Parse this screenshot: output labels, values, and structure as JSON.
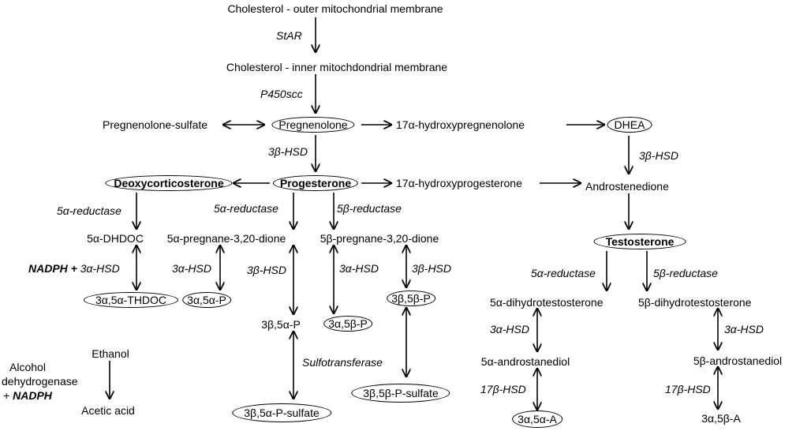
{
  "nodes": {
    "chol_outer": "Cholesterol - outer mitochondrial membrane",
    "chol_inner": "Cholesterol - inner mitochdondrial membrane",
    "preg_sulfate": "Pregnenolone-sulfate",
    "pregnenolone": "Pregnenolone",
    "hydroxypreg": "17α-hydroxypregnenolone",
    "dhea": "DHEA",
    "deoxycorticosterone": "Deoxycorticosterone",
    "progesterone": "Progesterone",
    "hydroxyprog": "17α-hydroxyprogesterone",
    "androstenedione": "Androstenedione",
    "dhdoc": "5α-DHDOC",
    "a_pregnanedione": "5α-pregnane-3,20-dione",
    "b_pregnanedione": "5β-pregnane-3,20-dione",
    "testosterone": "Testosterone",
    "thdoc": "3α,5α-THDOC",
    "a3a5p": "3α,5α-P",
    "b3a5p": "3β,5α-P",
    "a3b5p": "3α,5β-P",
    "b3b5p": "3β,5β-P",
    "a_dht": "5α-dihydrotestosterone",
    "b_dht": "5β-dihydrotestosterone",
    "a_androstanediol": "5α-androstanediol",
    "b_androstanediol": "5β-androstanediol",
    "a3a5a": "3α,5α-A",
    "a3b5a": "3α,5β-A",
    "ethanol": "Ethanol",
    "acetic_acid": "Acetic acid",
    "b3b5p_sulfate": "3β,5β-P-sulfate",
    "b3a5p_sulfate": "3β,5α-P-sulfate"
  },
  "enzymes": {
    "star": "StAR",
    "p450scc": "P450scc",
    "hsd3b_1": "3β-HSD",
    "hsd3b_2": "3β-HSD",
    "red5a_1": "5α-reductase",
    "red5a_2": "5α-reductase",
    "red5b_1": "5β-reductase",
    "hsd3a_1": "3α-HSD",
    "hsd3a_2": "3α-HSD",
    "hsd3b_3": "3β-HSD",
    "hsd3a_3": "3α-HSD",
    "hsd3b_4": "3β-HSD",
    "red5a_3": "5α-reductase",
    "red5b_2": "5β-reductase",
    "hsd3a_4": "3α-HSD",
    "hsd3a_5": "3α-HSD",
    "sulfotransferase": "Sulfotransferase",
    "hsd17b_1": "17β-HSD",
    "hsd17b_2": "17β-HSD",
    "nadph_bold": "NADPH +",
    "alcohol_1": "Alcohol",
    "alcohol_2": "dehydrogenase",
    "alcohol_3": "+",
    "alcohol_nadph": "NADPH"
  }
}
